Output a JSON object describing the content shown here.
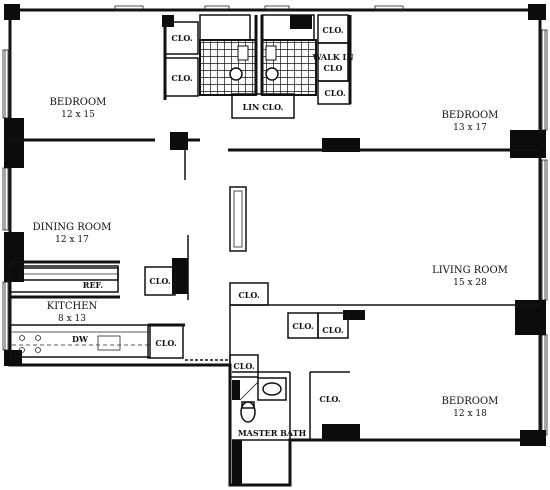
{
  "rooms": {
    "bedroom_nw": {
      "name": "BEDROOM",
      "dims": "12 x 15"
    },
    "bedroom_ne": {
      "name": "BEDROOM",
      "dims": "13 x 17"
    },
    "dining": {
      "name": "DINING ROOM",
      "dims": "12 x 17"
    },
    "living": {
      "name": "LIVING ROOM",
      "dims": "15 x 28"
    },
    "kitchen": {
      "name": "KITCHEN",
      "dims": "8 x 13"
    },
    "bedroom_se": {
      "name": "BEDROOM",
      "dims": "12 x 18"
    },
    "master_bath": {
      "name": "MASTER BATH"
    }
  },
  "labels": {
    "clo": "CLO.",
    "lin_clo": "LIN CLO.",
    "walk_in": "WALK IN",
    "walk_in_clo": "CLO",
    "ref": "REF.",
    "dw": "DW"
  }
}
